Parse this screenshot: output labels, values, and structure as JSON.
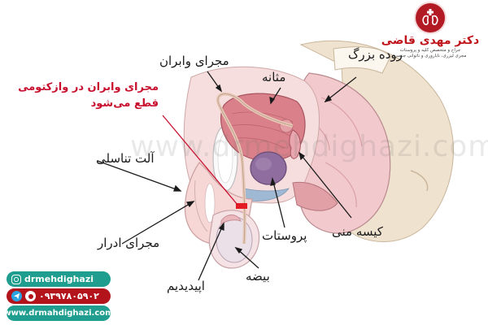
{
  "brand": {
    "name": "دکتر مهدی قاضی",
    "tagline_1": "جراح و متخصص کلیه و پروستات",
    "tagline_2": "مجری لیزری، ناباروری و ناتوانی جنسی",
    "logo_icon": "kidneys-cross-logo-icon",
    "color": "#b31b24"
  },
  "labels": {
    "vas_deferens": "مجرای وابران",
    "bladder": "مثانه",
    "large_intestine": "روده بزرگ",
    "penis": "آلت تناسلی",
    "urethra": "مجرای ادرار",
    "epididymis": "اپیدیدیم",
    "testis": "بیضه",
    "prostate": "پروستات",
    "seminal_vesicle": "کیسه منی"
  },
  "note": {
    "line_1": "مجرای وابران در وازکتومی",
    "line_2": "قطع می‌شود",
    "color": "#c8102e"
  },
  "contact": {
    "instagram": "drmehdighazi",
    "phone": "۰۹۳۹۷۸۰۵۹۰۲",
    "website": "www.drmahdighazi.com",
    "instagram_icon": "instagram-icon",
    "telegram_icon": "telegram-icon",
    "whatsapp_icon": "whatsapp-icon"
  },
  "watermark": "www.drmehdighazi.com",
  "colors": {
    "teal": "#1f9d8f",
    "red": "#b3141c",
    "bladder": "#d9808a",
    "prostate": "#8f6d9e",
    "tissue": "#f6dede",
    "bone": "#efe2cf"
  }
}
